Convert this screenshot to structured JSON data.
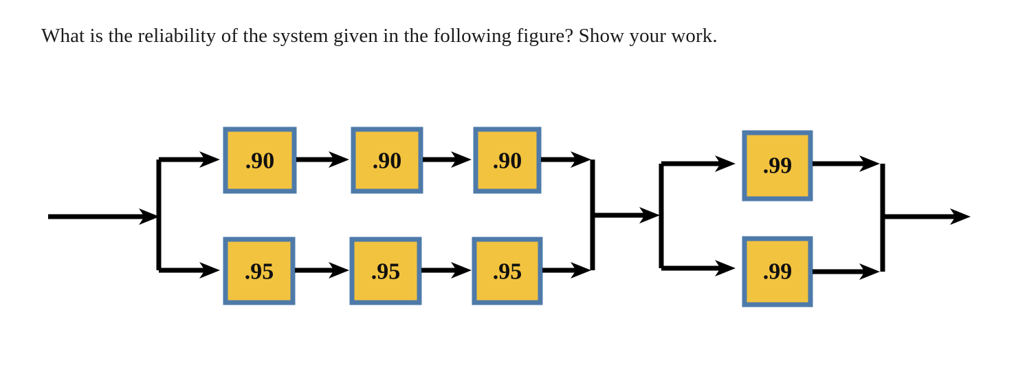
{
  "question": {
    "text": "What is the reliability of the system given in the following figure? Show your work."
  },
  "colors": {
    "box_fill": "#F2C33F",
    "box_border": "#4E7AAA",
    "wire": "#000000",
    "text": "#101010",
    "background": "#FFFFFF"
  },
  "diagram": {
    "type": "reliability-block-diagram",
    "title": "",
    "input_label": "",
    "output_label": "",
    "stages": [
      {
        "name": "stage-1-parallel-series",
        "structure": "parallel",
        "branches": [
          {
            "name": "branch-top",
            "structure": "series",
            "components": [
              {
                "name": "component-1",
                "value": ".90"
              },
              {
                "name": "component-2",
                "value": ".90"
              },
              {
                "name": "component-3",
                "value": ".90"
              }
            ]
          },
          {
            "name": "branch-bottom",
            "structure": "series",
            "components": [
              {
                "name": "component-4",
                "value": ".95"
              },
              {
                "name": "component-5",
                "value": ".95"
              },
              {
                "name": "component-6",
                "value": ".95"
              }
            ]
          }
        ]
      },
      {
        "name": "stage-2-parallel",
        "structure": "parallel",
        "branches": [
          {
            "name": "branch-top",
            "structure": "series",
            "components": [
              {
                "name": "component-7",
                "value": ".99"
              }
            ]
          },
          {
            "name": "branch-bottom",
            "structure": "series",
            "components": [
              {
                "name": "component-8",
                "value": ".99"
              }
            ]
          }
        ]
      }
    ],
    "boxes": {
      "top_row": [
        ".90",
        ".90",
        ".90"
      ],
      "bottom_row": [
        ".95",
        ".95",
        ".95"
      ],
      "right_top": ".99",
      "right_bottom": ".99"
    }
  }
}
